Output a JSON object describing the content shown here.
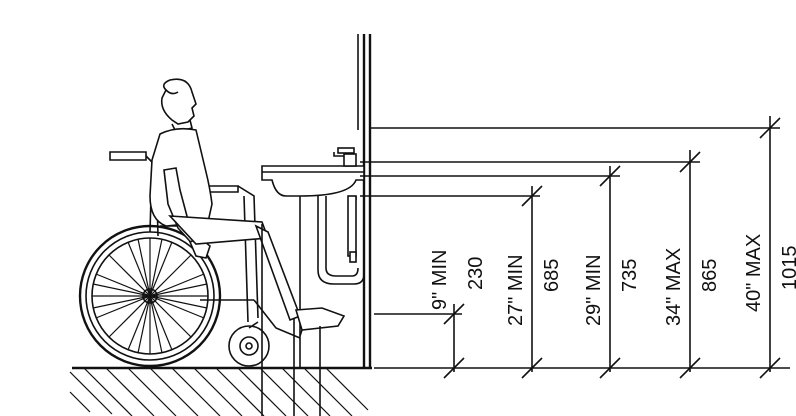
{
  "dimensions": [
    {
      "imperial": "9\" MIN",
      "metric": "230"
    },
    {
      "imperial": "27\" MIN",
      "metric": "685"
    },
    {
      "imperial": "29\" MIN",
      "metric": "735"
    },
    {
      "imperial": "34\" MAX",
      "metric": "865"
    },
    {
      "imperial": "40\" MAX",
      "metric": "1015"
    }
  ]
}
